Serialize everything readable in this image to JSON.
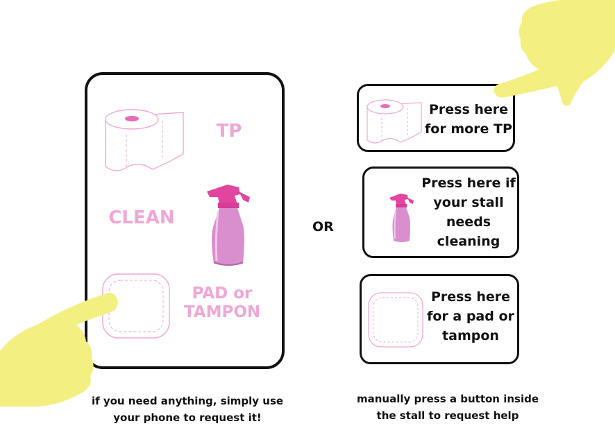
{
  "phone": {
    "tp_label": "TP",
    "clean_label": "CLEAN",
    "pad_label_line1": "PAD or",
    "pad_label_line2": "TAMPON"
  },
  "or_label": "OR",
  "buttons": {
    "tp": {
      "line1": "Press here",
      "line2": "for more TP"
    },
    "clean": {
      "line1": "Press here if",
      "line2": "your stall",
      "line3": "needs",
      "line4": "cleaning"
    },
    "pad": {
      "line1": "Press here",
      "line2": "for a pad or",
      "line3": "tampon"
    }
  },
  "captions": {
    "left_line1": "if you need anything, simply use",
    "left_line2": "your phone to request it!",
    "right_line1": "manually press a button inside",
    "right_line2": "the stall to request  help"
  },
  "colors": {
    "pink_label": "#f0a7d6",
    "hand": "#f3ef80",
    "outline": "#111111"
  },
  "icons": [
    "toilet-paper-icon",
    "spray-bottle-icon",
    "pad-icon",
    "pointing-hand-icon"
  ]
}
